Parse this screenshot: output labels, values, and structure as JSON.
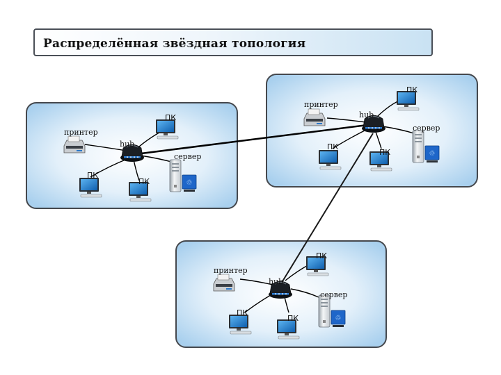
{
  "title": "Распределённая звёздная топология",
  "labels": {
    "pc": "ПК",
    "printer": "принтер",
    "hub": "hub",
    "server": "сервер"
  },
  "colors": {
    "panel_fill": "#cfe4f4",
    "panel_border": "#45484d",
    "monitor_screen": "#1f7fcf",
    "hub_body": "#1b1f24",
    "hub_light": "#2f7fd6",
    "server_badge": "#1e66c9"
  },
  "diagram": {
    "groups": [
      {
        "name": "left-network",
        "hub_label": "hub",
        "nodes": [
          "ПК",
          "ПК",
          "ПК",
          "принтер",
          "сервер"
        ]
      },
      {
        "name": "right-network",
        "hub_label": "hub",
        "nodes": [
          "ПК",
          "ПК",
          "ПК",
          "принтер",
          "сервер"
        ]
      },
      {
        "name": "bottom-network",
        "hub_label": "hub",
        "nodes": [
          "ПК",
          "ПК",
          "ПК",
          "принтер",
          "сервер"
        ]
      }
    ],
    "links": [
      {
        "from": "left-network",
        "to": "right-network"
      },
      {
        "from": "right-network",
        "to": "bottom-network"
      }
    ]
  }
}
